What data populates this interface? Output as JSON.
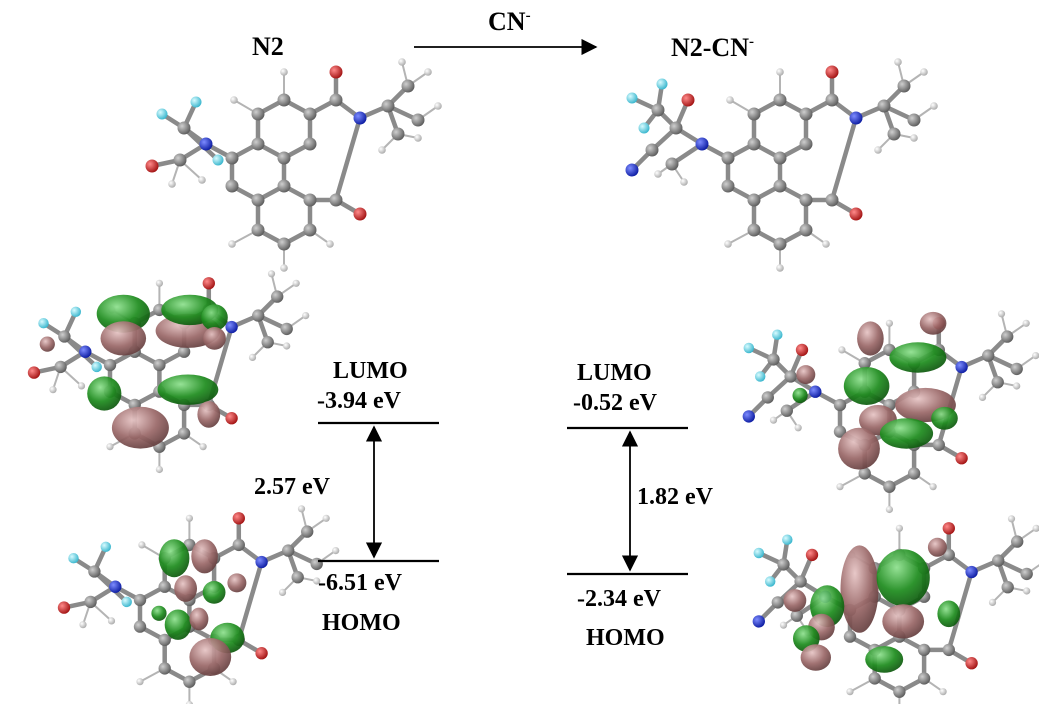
{
  "labels": {
    "reactant": "N2",
    "reagent": "CN",
    "reagent_charge": "-",
    "product": "N2-CN",
    "product_charge": "-"
  },
  "left_levels": {
    "lumo_label": "LUMO",
    "lumo_energy": "-3.94 eV",
    "homo_energy": "-6.51 eV",
    "homo_label": "HOMO",
    "gap": "2.57 eV"
  },
  "right_levels": {
    "lumo_label": "LUMO",
    "lumo_energy": "-0.52 eV",
    "homo_energy": "-2.34 eV",
    "homo_label": "HOMO",
    "gap": "1.82 eV"
  },
  "colors": {
    "orbital_positive": "#1e8c1e",
    "orbital_negative": "#9a6868",
    "carbon": "#6e6e6e",
    "hydrogen": "#d8d8d8",
    "nitrogen": "#1428c8",
    "oxygen": "#cc2222",
    "fluorine": "#5ad2e6"
  }
}
